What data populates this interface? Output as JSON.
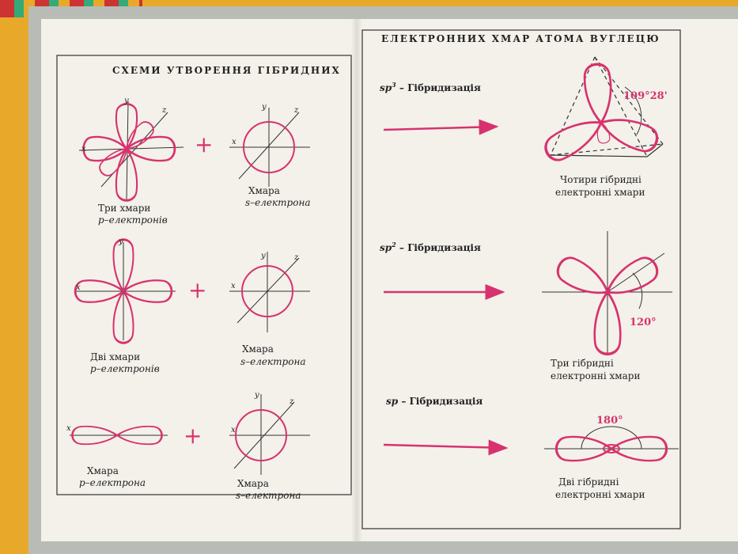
{
  "headings": {
    "left": "СХЕМИ УТВОРЕННЯ ГІБРИДНИХ",
    "right": "ЕЛЕКТРОННИХ ХМАР АТОМА ВУГЛЕЦЮ"
  },
  "axes": {
    "x": "x",
    "y": "y",
    "z": "z"
  },
  "plus": "+",
  "rows": [
    {
      "p_label_1": "Три хмари",
      "p_label_2": "p–електронів",
      "s_label_1": "Хмара",
      "s_label_2": "s–електрона",
      "hyb_prefix": "sp",
      "hyb_sup": "3",
      "hyb_suffix": "– Гібридизація",
      "angle": "109°28'",
      "result_1": "Чотири гібридні",
      "result_2": "електронні хмари"
    },
    {
      "p_label_1": "Дві хмари",
      "p_label_2": "p–електронів",
      "s_label_1": "Хмара",
      "s_label_2": "s–електрона",
      "hyb_prefix": "sp",
      "hyb_sup": "2",
      "hyb_suffix": "– Гібридизація",
      "angle": "120°",
      "result_1": "Три гібридні",
      "result_2": "електронні хмари"
    },
    {
      "p_label_1": "Хмара",
      "p_label_2": "p–електрона",
      "s_label_1": "Хмара",
      "s_label_2": "s–електрона",
      "hyb_prefix": "sp",
      "hyb_sup": "",
      "hyb_suffix": "– Гібридизація",
      "angle": "180°",
      "result_1": "Дві гібридні",
      "result_2": "електронні хмари"
    }
  ],
  "colors": {
    "magenta": "#d8326e",
    "ink": "#222222",
    "paper": "#f3f1ea"
  }
}
